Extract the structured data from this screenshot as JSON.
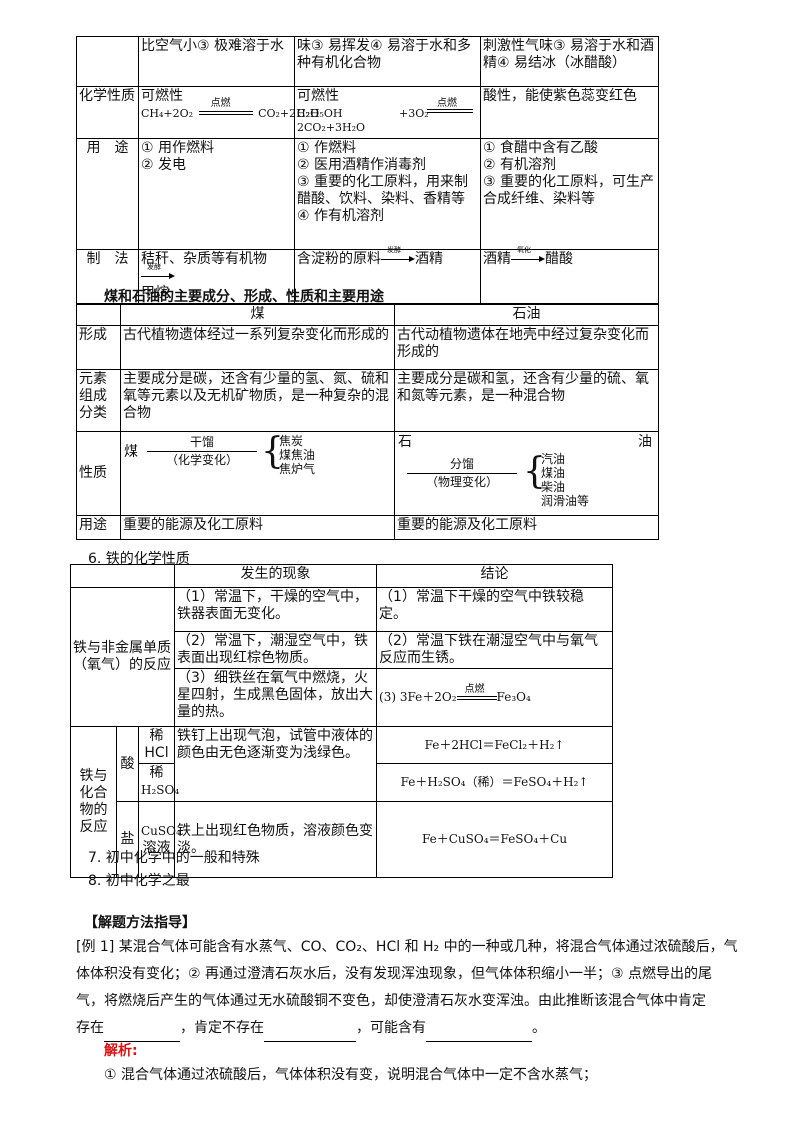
{
  "t1": {
    "row0": {
      "c1": "比空气小③ 极难溶于水",
      "c2": "味③ 易挥发④ 易溶于水和多种有机化合物",
      "c3": "刺激性气味③ 易溶于水和酒精④ 易结冰（冰醋酸）"
    },
    "row1": {
      "label": "化学性质",
      "c1_title": "可燃性",
      "c1_eq_left": "CH₄+2O₂",
      "c1_eq_cond": "点燃",
      "c1_eq_right": "CO₂+2H₂O",
      "c2_title": "可燃性",
      "c2_eq_left": "C₂H₅OH",
      "c2_eq_mid": "+3O₂",
      "c2_eq_cond": "点燃",
      "c2_eq_right": "2CO₂+3H₂O",
      "c3": "酸性，能使紫色蕊变红色"
    },
    "row2": {
      "label": "用　途",
      "c1": [
        "① 用作燃料",
        "② 发电"
      ],
      "c2": [
        "① 作燃料",
        "② 医用酒精作消毒剂",
        "③ 重要的化工原料，用来制醋酸、饮料、染料、香精等",
        "④ 作有机溶剂"
      ],
      "c3": [
        "① 食醋中含有乙酸",
        "② 有机溶剂",
        "③ 重要的化工原料，可生产合成纤维、染料等"
      ]
    },
    "row3": {
      "label": "制　法",
      "c1_a": "秸秆、杂质等有机物",
      "c1_cond": "发酵",
      "c1_b": "甲烷",
      "c2_a": "含淀粉的原料",
      "c2_cond": "发酵",
      "c2_b": "酒精",
      "c3_a": "酒精",
      "c3_cond": "氧化",
      "c3_b": "醋酸"
    }
  },
  "coal_heading": "煤和石油的主要成分、形成、性质和主要用途",
  "t2": {
    "h1": "煤",
    "h2": "石油",
    "r1": {
      "label": "形成",
      "c1": "古代植物遗体经过一系列复杂变化而形成的",
      "c2": "古代动植物遗体在地壳中经过复杂变化而形成的"
    },
    "r2": {
      "label": "元素组成分类",
      "c1": "主要成分是碳，还含有少量的氢、氮、硫和氧等元素以及无机矿物质，是一种复杂的混合物",
      "c2": "主要成分是碳和氢，还含有少量的硫、氧和氮等元素，是一种混合物"
    },
    "r3": {
      "label": "性质",
      "c1_word": "煤",
      "c1_process_top": "干馏",
      "c1_process_bottom": "（化学变化）",
      "c1_products": [
        "焦炭",
        "煤焦油",
        "焦炉气"
      ],
      "c2_word_a": "石",
      "c2_word_b": "油",
      "c2_process_top": "分馏",
      "c2_process_bottom": "（物理变化）",
      "c2_products": [
        "汽油",
        "煤油",
        "柴油",
        "润滑油等"
      ]
    },
    "r4": {
      "label": "用途",
      "c1": "重要的能源及化工原料",
      "c2": "重要的能源及化工原料"
    }
  },
  "iron_heading": "6. 铁的化学性质",
  "t3": {
    "h1": "发生的现象",
    "h2": "结论",
    "g1_label": "铁与非金属单质（氧气）的反应",
    "r1": {
      "c1": "（1）常温下，干燥的空气中，铁器表面无变化。",
      "c2": "（1）常温下干燥的空气中铁较稳定。"
    },
    "r2": {
      "c1": "（2）常温下，潮湿空气中，铁表面出现红棕色物质。",
      "c2": "（2）常温下铁在潮湿空气中与氧气反应而生锈。"
    },
    "r3": {
      "c1": "（3）细铁丝在氧气中燃烧，火星四射，生成黑色固体，放出大量的热。",
      "c2_prefix": "(3) 3Fe＋2O₂",
      "c2_cond": "点燃",
      "c2_right": "Fe₃O₄"
    },
    "g2_label": "铁与化合物的反应",
    "acid_label": "酸",
    "hcl_label": "稀 HCl",
    "h2so4_label_a": "稀",
    "h2so4_label_b": "H₂SO₄",
    "acid_phen": "铁钉上出现气泡，试管中液体的颜色由无色逐渐变为浅绿色。",
    "hcl_eq": "Fe＋2HCl＝FeCl₂＋H₂↑",
    "h2so4_eq": "Fe＋H₂SO₄（稀）＝FeSO₄＋H₂↑",
    "salt_label": "盐",
    "cuso4_label_a": "CuSO₄",
    "cuso4_label_b": "溶液",
    "salt_phen": "铁上出现红色物质，溶液颜色变淡。",
    "cuso4_eq": "Fe＋CuSO₄＝FeSO₄＋Cu"
  },
  "item7": "7. 初中化学中的一般和特殊",
  "item8": "8. 初中化学之最",
  "method_heading": "【解题方法指导】",
  "example": {
    "prefix": "[例 1] ",
    "line1": "某混合气体可能含有水蒸气、CO、CO₂、HCl 和 H₂ 中的一种或几种，将混合气体通过浓硫酸后，气",
    "line2": "体体积没有变化；② 再通过澄清石灰水后，没有发现浑浊现象，但气体体积缩小一半；③ 点燃导出的尾",
    "line3": "气，将燃烧后产生的气体通过无水硫酸铜不变色，却使澄清石灰水变浑浊。由此推断该混合气体中肯定",
    "line4_a": "存在",
    "line4_b": "，肯定不存在",
    "line4_c": "，可能含有",
    "line4_d": "。"
  },
  "analysis_label": "解析:",
  "analysis_line1": "① 混合气体通过浓硫酸后，气体体积没有变，说明混合气体中一定不含水蒸气；"
}
